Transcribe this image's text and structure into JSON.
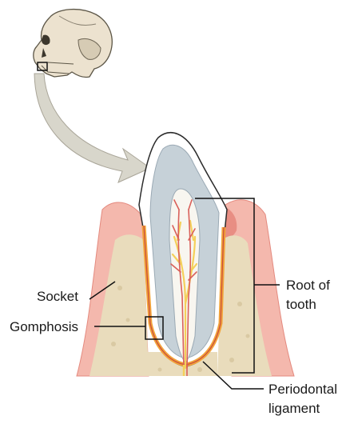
{
  "labels": {
    "socket": "Socket",
    "gomphosis": "Gomphosis",
    "root_line1": "Root of",
    "root_line2": "tooth",
    "periodontal_line1": "Periodontal",
    "periodontal_line2": "ligament"
  },
  "icons": {
    "skull": "skull-icon",
    "arrow": "curved-arrow-icon"
  },
  "colors": {
    "gum": "#f4b8ad",
    "gum_dark": "#e58f83",
    "bone": "#e9dcbc",
    "enamel": "#ffffff",
    "dentin": "#c6d1d8",
    "ligament": "#f2a33a",
    "nerve_yellow": "#f4d05a",
    "vessel_red": "#d9605a",
    "arrow": "#d8d6cb"
  }
}
